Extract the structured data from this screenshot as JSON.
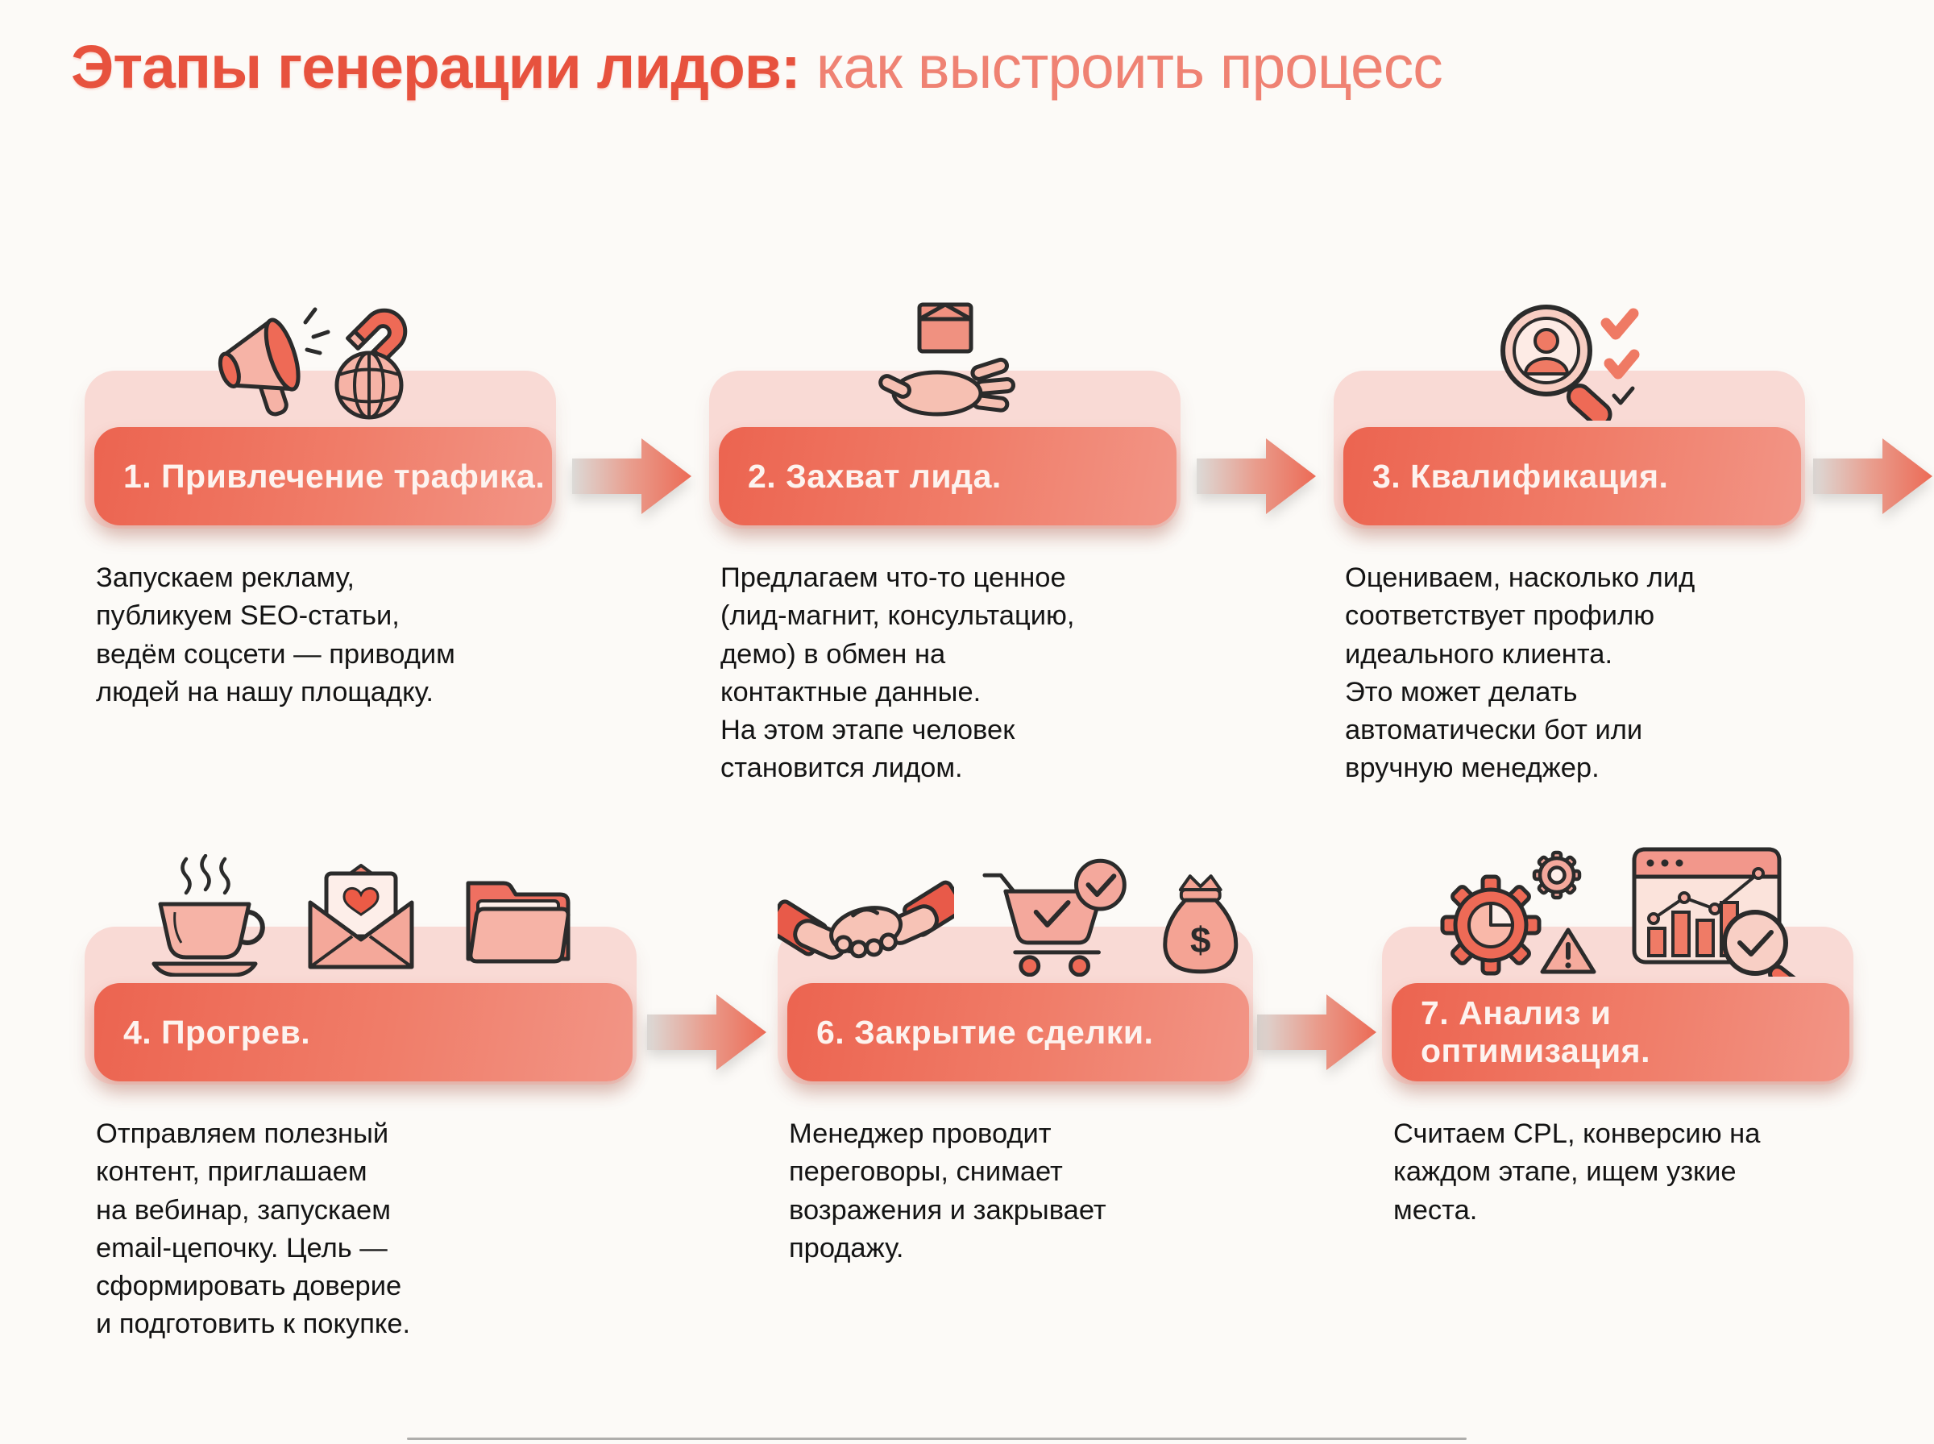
{
  "page": {
    "title_bold": "Этапы генерации лидов:",
    "title_light": "как выстроить процесс"
  },
  "colors": {
    "background": "#fcfaf7",
    "title_accent": "#e7523e",
    "title_secondary": "#ef8273",
    "card_pink": "#f9dad5",
    "header_gradient_start": "#ec6450",
    "header_gradient_end": "#f29586",
    "header_text": "#fdf3ef",
    "body_text": "#141414",
    "arrow_gray": "#dcdad7",
    "arrow_coral": "#ec6b56",
    "icon_outline": "#2b2b2b"
  },
  "cards": [
    {
      "title": "1. Привлечение трафика.",
      "body": "Запускаем рекламу,\nпубликуем SEO-статьи,\nведём соцсети — приводим\nлюдей на нашу площадку.",
      "icons": [
        "megaphone-icon",
        "magnet-icon",
        "globe-icon"
      ]
    },
    {
      "title": "2. Захват лида.",
      "body": "Предлагаем что-то ценное\n(лид-магнит, консультацию,\nдемо) в обмен на\nконтактные данные.\nНа этом этапе человек\nстановится лидом.",
      "icons": [
        "hand-with-box-icon"
      ]
    },
    {
      "title": "3. Квалификация.",
      "body": "Оцениваем, насколько лид\nсоответствует профилю\nидеального клиента.\nЭто может делать\nавтоматически бот или\nвручную менеджер.",
      "icons": [
        "magnifier-person-icon",
        "checkmarks-icon"
      ]
    },
    {
      "title": "4. Прогрев.",
      "body": "Отправляем полезный\nконтент, приглашаем\nна вебинар, запускаем\nemail-цепочку. Цель —\nсформировать доверие\nи подготовить к покупке.",
      "icons": [
        "coffee-cup-icon",
        "love-letter-icon",
        "folder-icon"
      ]
    },
    {
      "title": "6. Закрытие сделки.",
      "body": "Менеджер проводит\nпереговоры, снимает\nвозражения и закрывает\nпродажу.",
      "icons": [
        "handshake-icon",
        "cart-check-icon",
        "money-bag-icon"
      ]
    },
    {
      "title": "7. Анализ и оптимизация.",
      "body": "Считаем CPL, конверсию на\nкаждом этапе, ищем узкие\nместа.",
      "icons": [
        "gears-pie-icon",
        "warning-triangle-icon",
        "analytics-window-icon"
      ]
    }
  ],
  "arrows": {
    "row1_count": 3,
    "row2_count": 2,
    "direction": "right"
  }
}
